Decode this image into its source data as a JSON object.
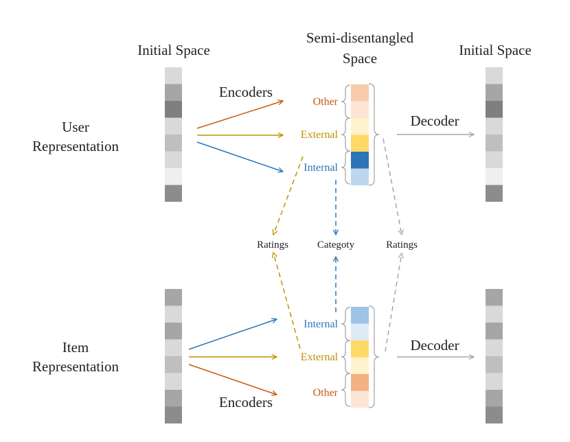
{
  "headers": {
    "left": "Initial Space",
    "center_line1": "Semi-disentangled",
    "center_line2": "Space",
    "right": "Initial Space"
  },
  "user": {
    "label_line1": "User",
    "label_line2": "Representation",
    "encoders": "Encoders",
    "decoder": "Decoder",
    "seg_other": "Other",
    "seg_external": "External",
    "seg_internal": "Internal",
    "cells_left": [
      "#d9d9d9",
      "#a6a6a6",
      "#7f7f7f",
      "#d9d9d9",
      "#bfbfbf",
      "#d9d9d9",
      "#efefef",
      "#8c8c8c"
    ],
    "cells_right": [
      "#d9d9d9",
      "#a6a6a6",
      "#7f7f7f",
      "#d9d9d9",
      "#bfbfbf",
      "#d9d9d9",
      "#efefef",
      "#8c8c8c"
    ],
    "latent": [
      "#f8cbad",
      "#fce4d6",
      "#fff2cc",
      "#ffd966",
      "#2e75b6",
      "#bdd7ee"
    ]
  },
  "item": {
    "label_line1": "Item",
    "label_line2": "Representation",
    "encoders": "Encoders",
    "decoder": "Decoder",
    "seg_internal": "Internal",
    "seg_external": "External",
    "seg_other": "Other",
    "cells_left": [
      "#a6a6a6",
      "#d9d9d9",
      "#a6a6a6",
      "#d9d9d9",
      "#bfbfbf",
      "#d9d9d9",
      "#a6a6a6",
      "#8c8c8c"
    ],
    "cells_right": [
      "#a6a6a6",
      "#d9d9d9",
      "#a6a6a6",
      "#d9d9d9",
      "#bfbfbf",
      "#d9d9d9",
      "#a6a6a6",
      "#8c8c8c"
    ],
    "latent": [
      "#9dc3e6",
      "#deebf7",
      "#ffd966",
      "#fff2cc",
      "#f4b183",
      "#fce4d6"
    ]
  },
  "targets": {
    "ratings_left": "Ratings",
    "category": "Categoty",
    "ratings_right": "Ratings"
  },
  "colors": {
    "other": "#c55a11",
    "external": "#bf9000",
    "internal": "#2e75b6",
    "decoder": "#a6a6a6",
    "ink": "#222222"
  }
}
